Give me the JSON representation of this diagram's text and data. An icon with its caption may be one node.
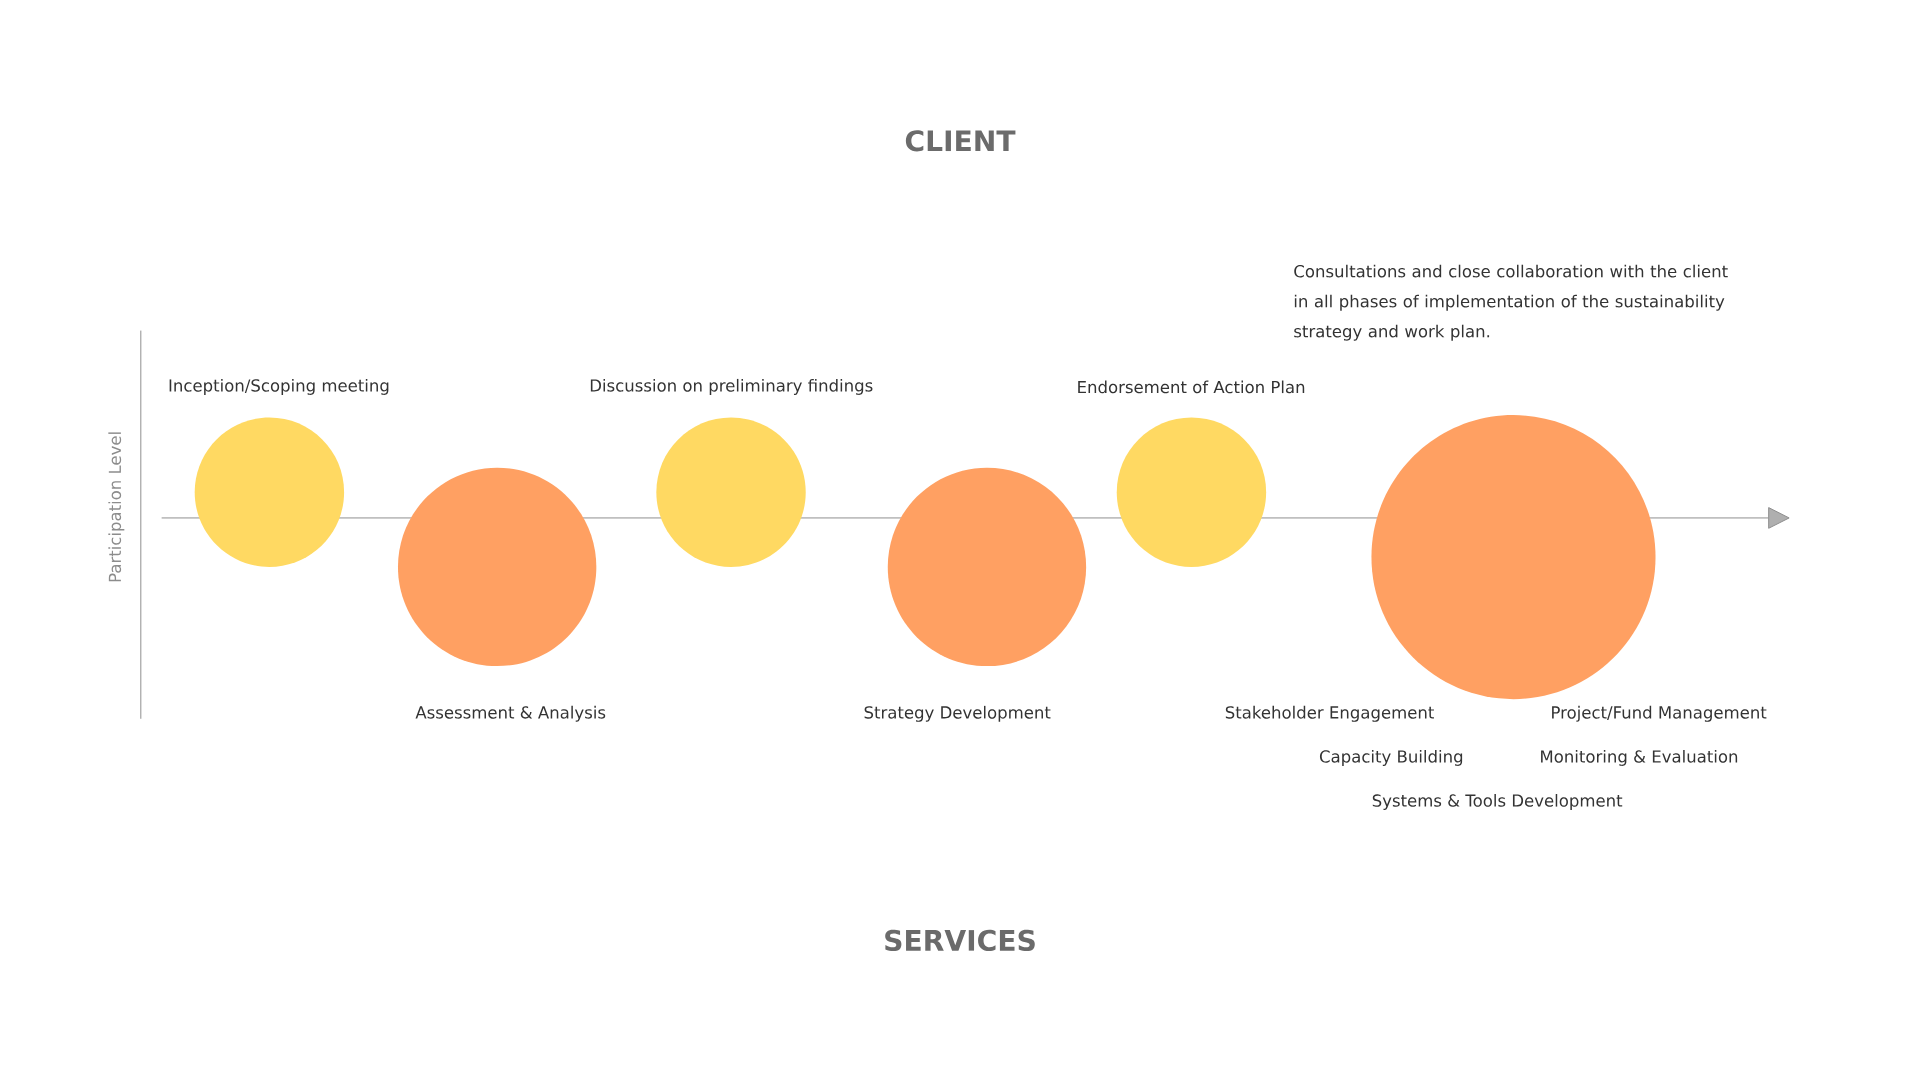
{
  "diagram": {
    "title": "CLIENT",
    "nodes": [
      {
        "text": [],
        "shape": "circle",
        "beside": [
          "Inception/Scoping meeting"
        ]
      },
      {
        "text": [],
        "shape": "circle",
        "beside": [
          "Assessment & Analysis"
        ]
      },
      {
        "text": [],
        "shape": "circle",
        "beside": [
          "Discussion on preliminary findings"
        ]
      },
      {
        "text": [],
        "shape": "circle",
        "beside": [
          "Strategy Development"
        ]
      },
      {
        "text": [],
        "shape": "circle",
        "beside": [
          "Endorsement of Action Plan"
        ]
      },
      {
        "text": [],
        "shape": "circle",
        "beside": [
          "Stakeholder Engagement",
          "Project/Fund Management",
          "Capacity Building",
          "Monitoring & Evaluation",
          "Systems & Tools Development"
        ]
      }
    ],
    "edges": [],
    "labels": [
      "Consultations and close collaboration with the client in all phases of implementation of the sustainability strategy and work plan.",
      "Participation Level",
      "SERVICES"
    ]
  }
}
